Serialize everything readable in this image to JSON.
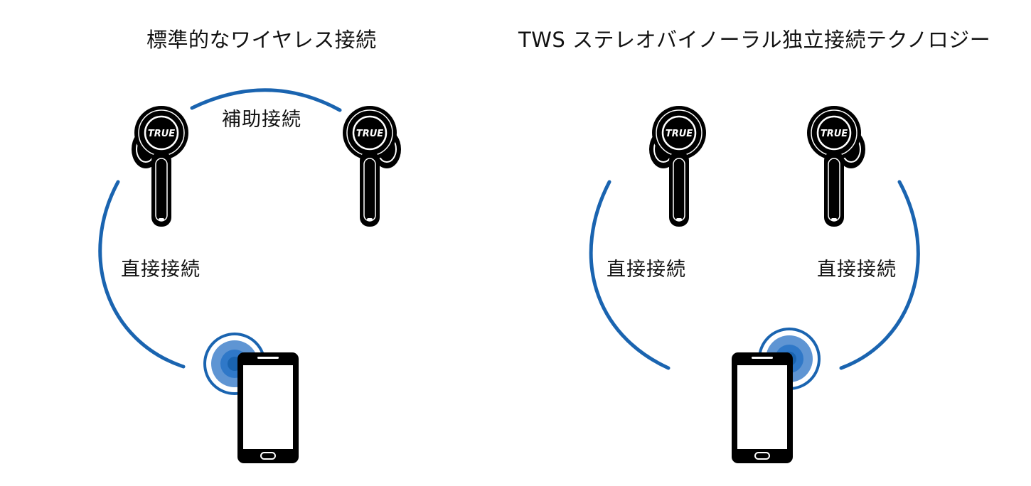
{
  "colors": {
    "accent": "#1a64b0",
    "accent_light": "#5f95d3",
    "accent_mid": "#2f78c8",
    "device": "#000000",
    "screen": "#ffffff"
  },
  "left_panel": {
    "title": "標準的なワイヤレス接続",
    "aux_label": "補助接続",
    "direct_label": "直接接続",
    "left_earbud": {
      "icon": "earbud-icon",
      "logo": "TRUE"
    },
    "right_earbud": {
      "icon": "earbud-icon",
      "logo": "TRUE"
    },
    "phone": {
      "icon": "smartphone-icon"
    },
    "signal": {
      "icon": "signal-icon"
    }
  },
  "right_panel": {
    "title": "TWS ステレオバイノーラル独立接続テクノロジー",
    "left_direct_label": "直接接続",
    "right_direct_label": "直接接続",
    "left_earbud": {
      "icon": "earbud-icon",
      "logo": "TRUE"
    },
    "right_earbud": {
      "icon": "earbud-icon",
      "logo": "TRUE"
    },
    "phone": {
      "icon": "smartphone-icon"
    },
    "signal": {
      "icon": "signal-icon"
    }
  }
}
